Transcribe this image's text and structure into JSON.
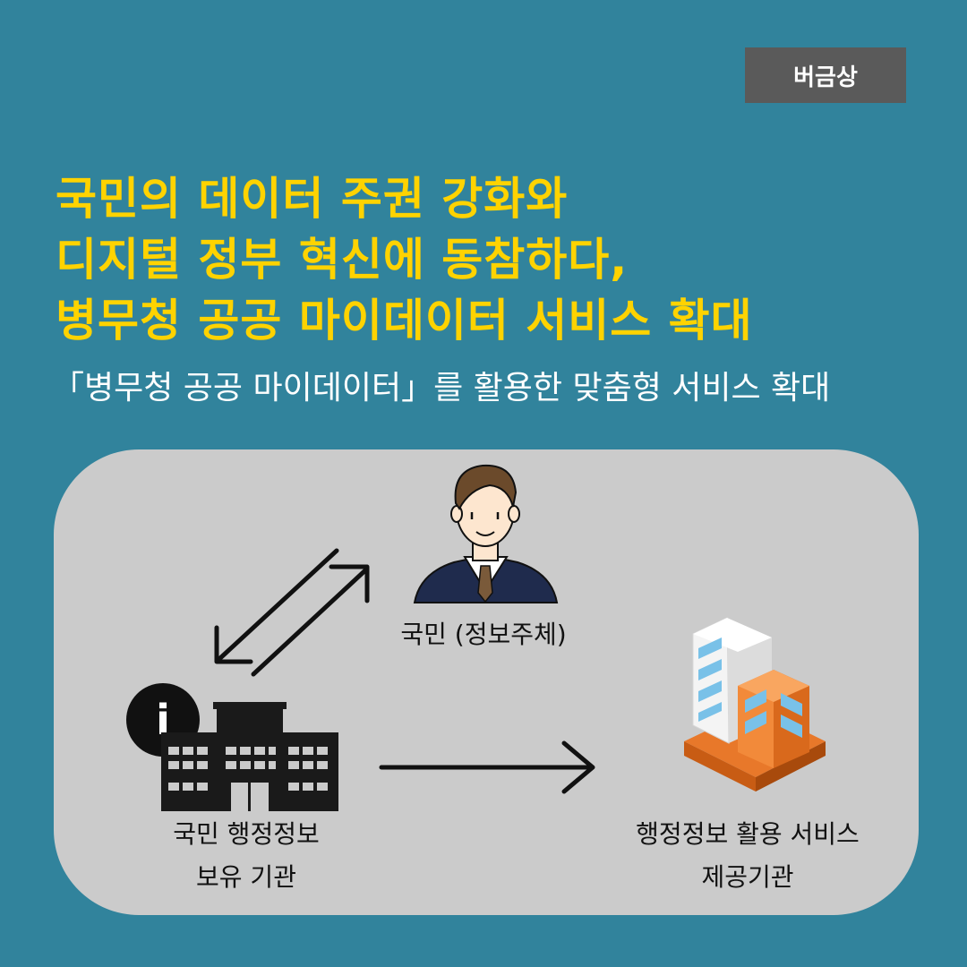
{
  "badge": "버금상",
  "headline": {
    "line1": "국민의 데이터 주권 강화와",
    "line2": "디지털 정부 혁신에 동참하다,",
    "line3": "병무청 공공 마이데이터 서비스 확대"
  },
  "subtitle": "「병무청 공공 마이데이터」를 활용한 맞춤형 서비스 확대",
  "diagram": {
    "person_label": "국민 (정보주체)",
    "source_label_line1": "국민 행정정보",
    "source_label_line2": "보유 기관",
    "provider_label_line1": "행정정보 활용 서비스",
    "provider_label_line2": "제공기관",
    "info_letter": "i"
  },
  "colors": {
    "background": "#31839c",
    "headline": "#ffd300",
    "panel": "#cbcbcb",
    "badge": "#5a5a5a"
  }
}
